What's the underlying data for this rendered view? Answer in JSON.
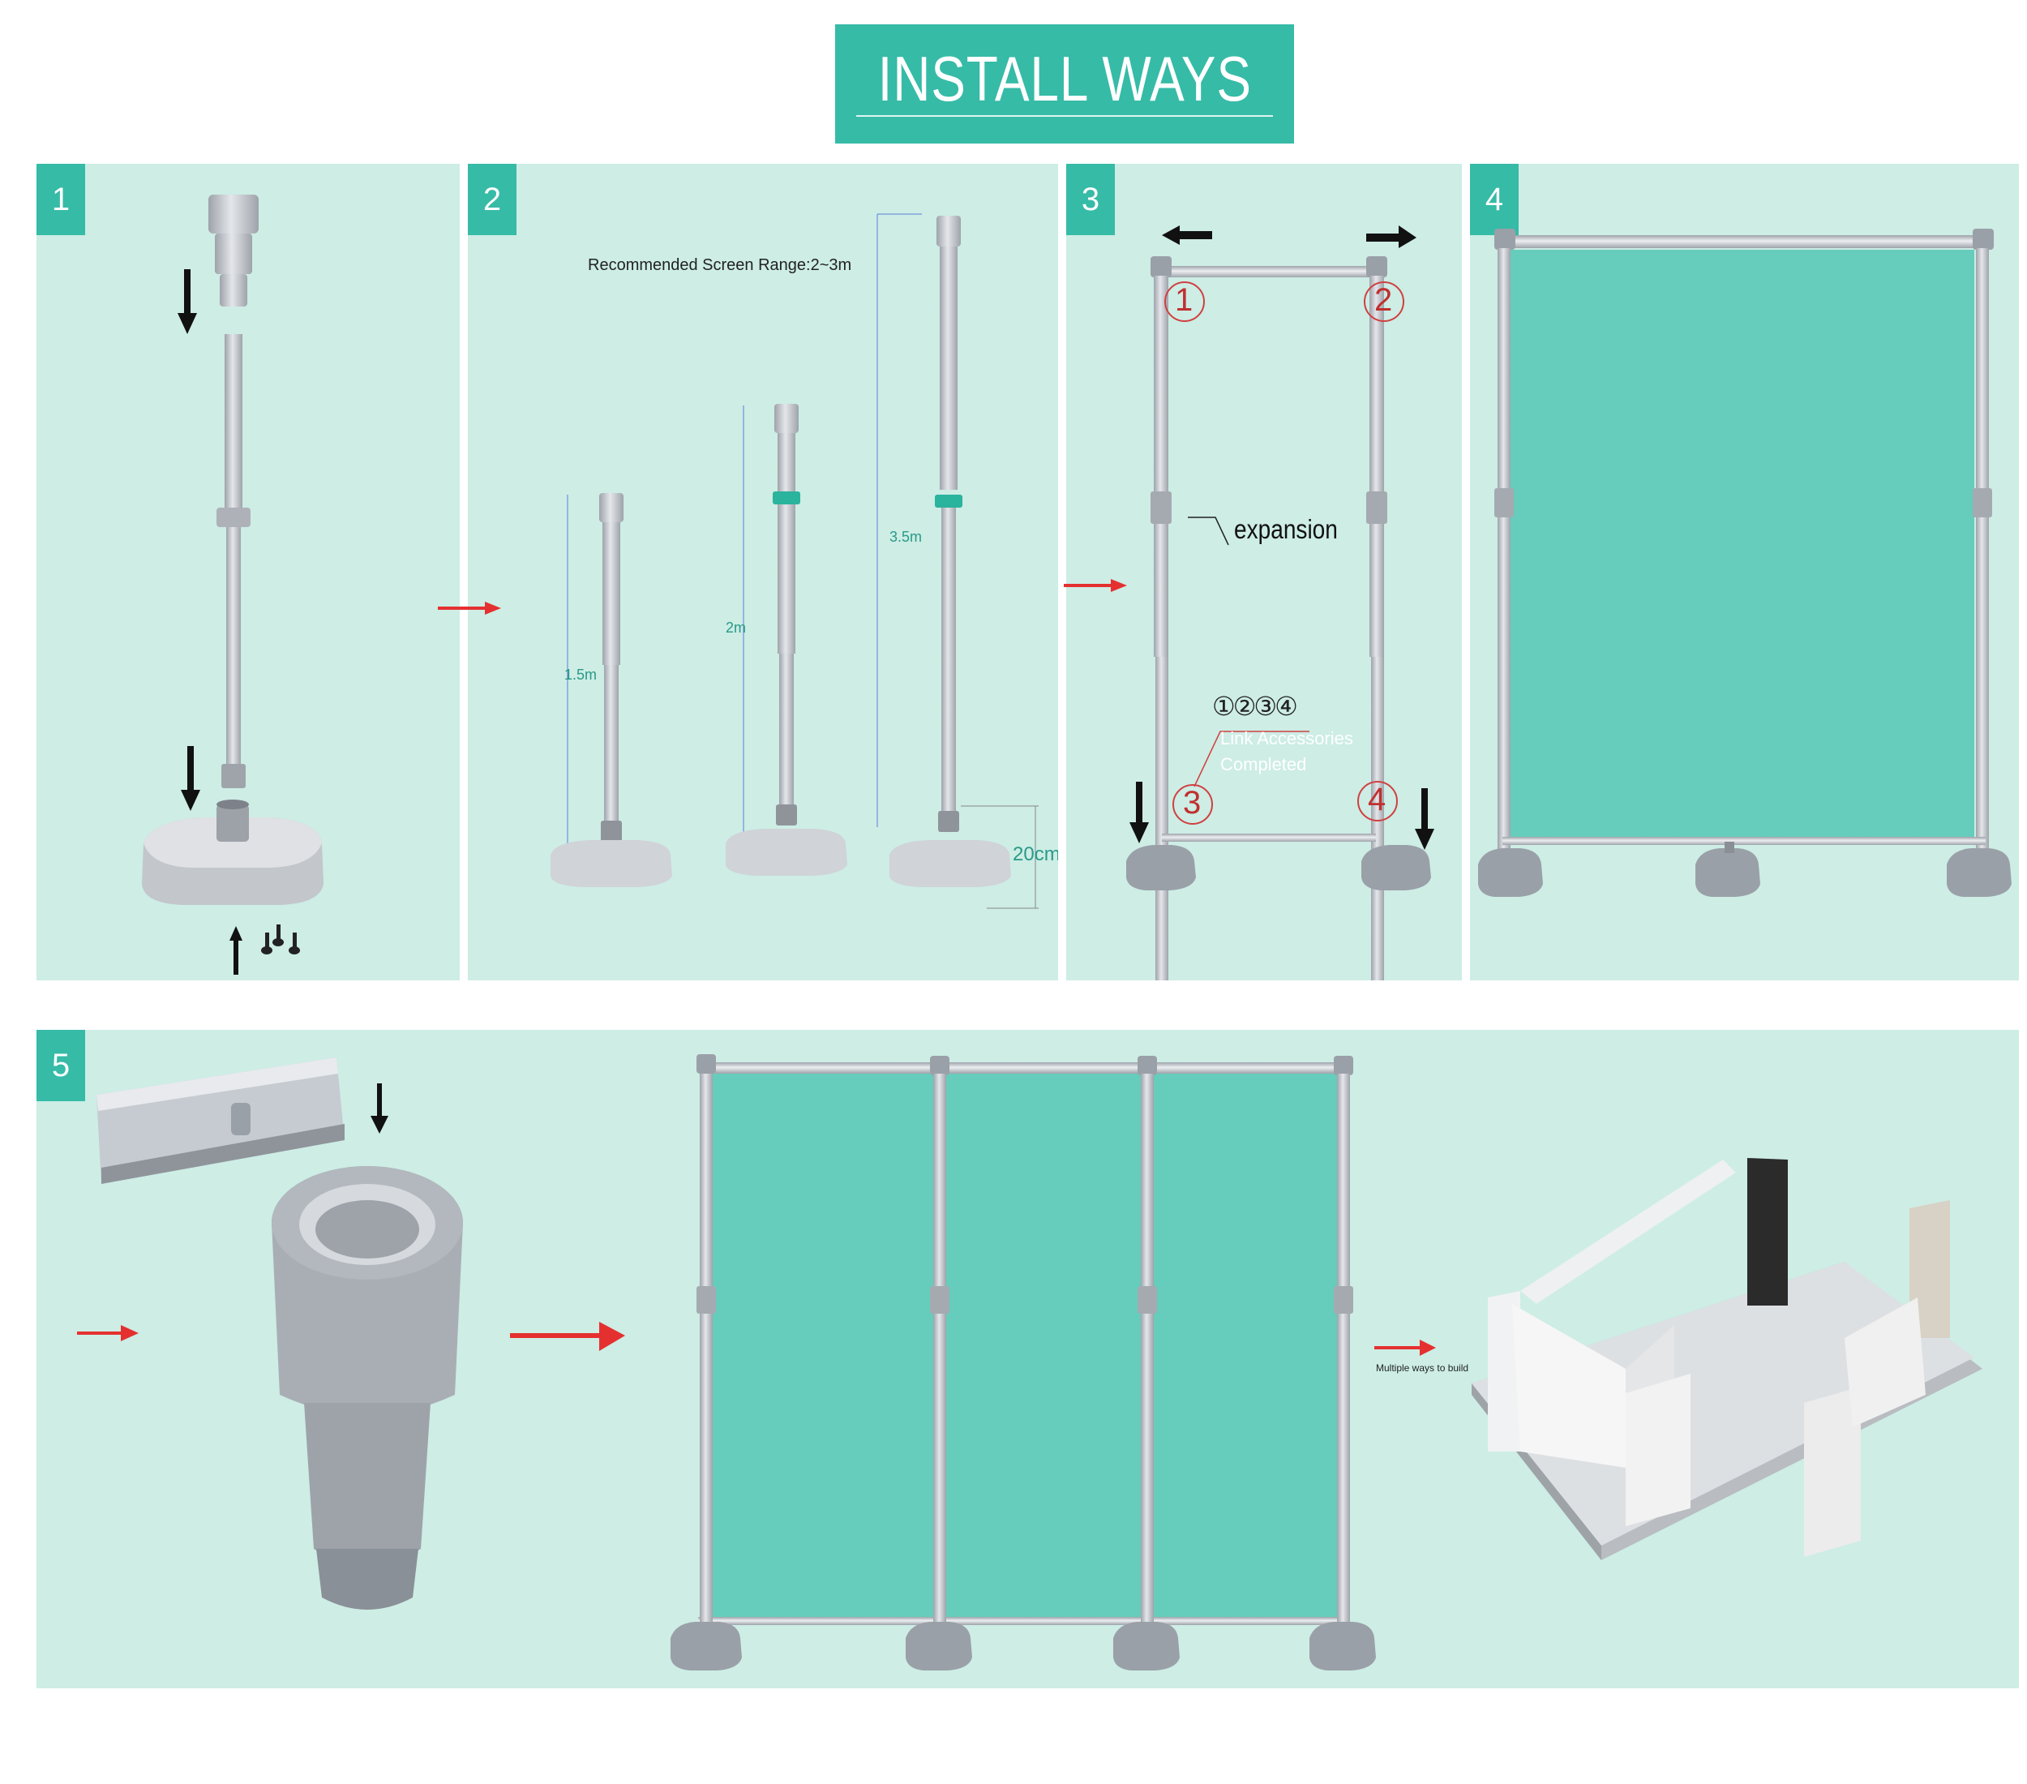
{
  "banner": {
    "title": "INSTALL WAYS"
  },
  "steps": [
    {
      "number": "1"
    },
    {
      "number": "2",
      "caption": "Recommended Screen Range:2~3m",
      "heights": [
        "1.5m",
        "2m",
        "3.5m"
      ],
      "base_height": "20cm"
    },
    {
      "number": "3",
      "markers": [
        "1",
        "2",
        "3",
        "4"
      ],
      "expansion_label": "expansion",
      "accessories_symbols": "①②③④",
      "accessories_label_line1": "Link Accessories",
      "accessories_label_line2": "Completed"
    },
    {
      "number": "4"
    },
    {
      "number": "5",
      "note": "Multiple ways to build"
    }
  ],
  "colors": {
    "accent": "#36bba7",
    "panel_bg": "#cdede5",
    "screen_fill": "#66ccbb",
    "arrow_red": "#e53030",
    "pole_gray": "#c8cbd0"
  }
}
